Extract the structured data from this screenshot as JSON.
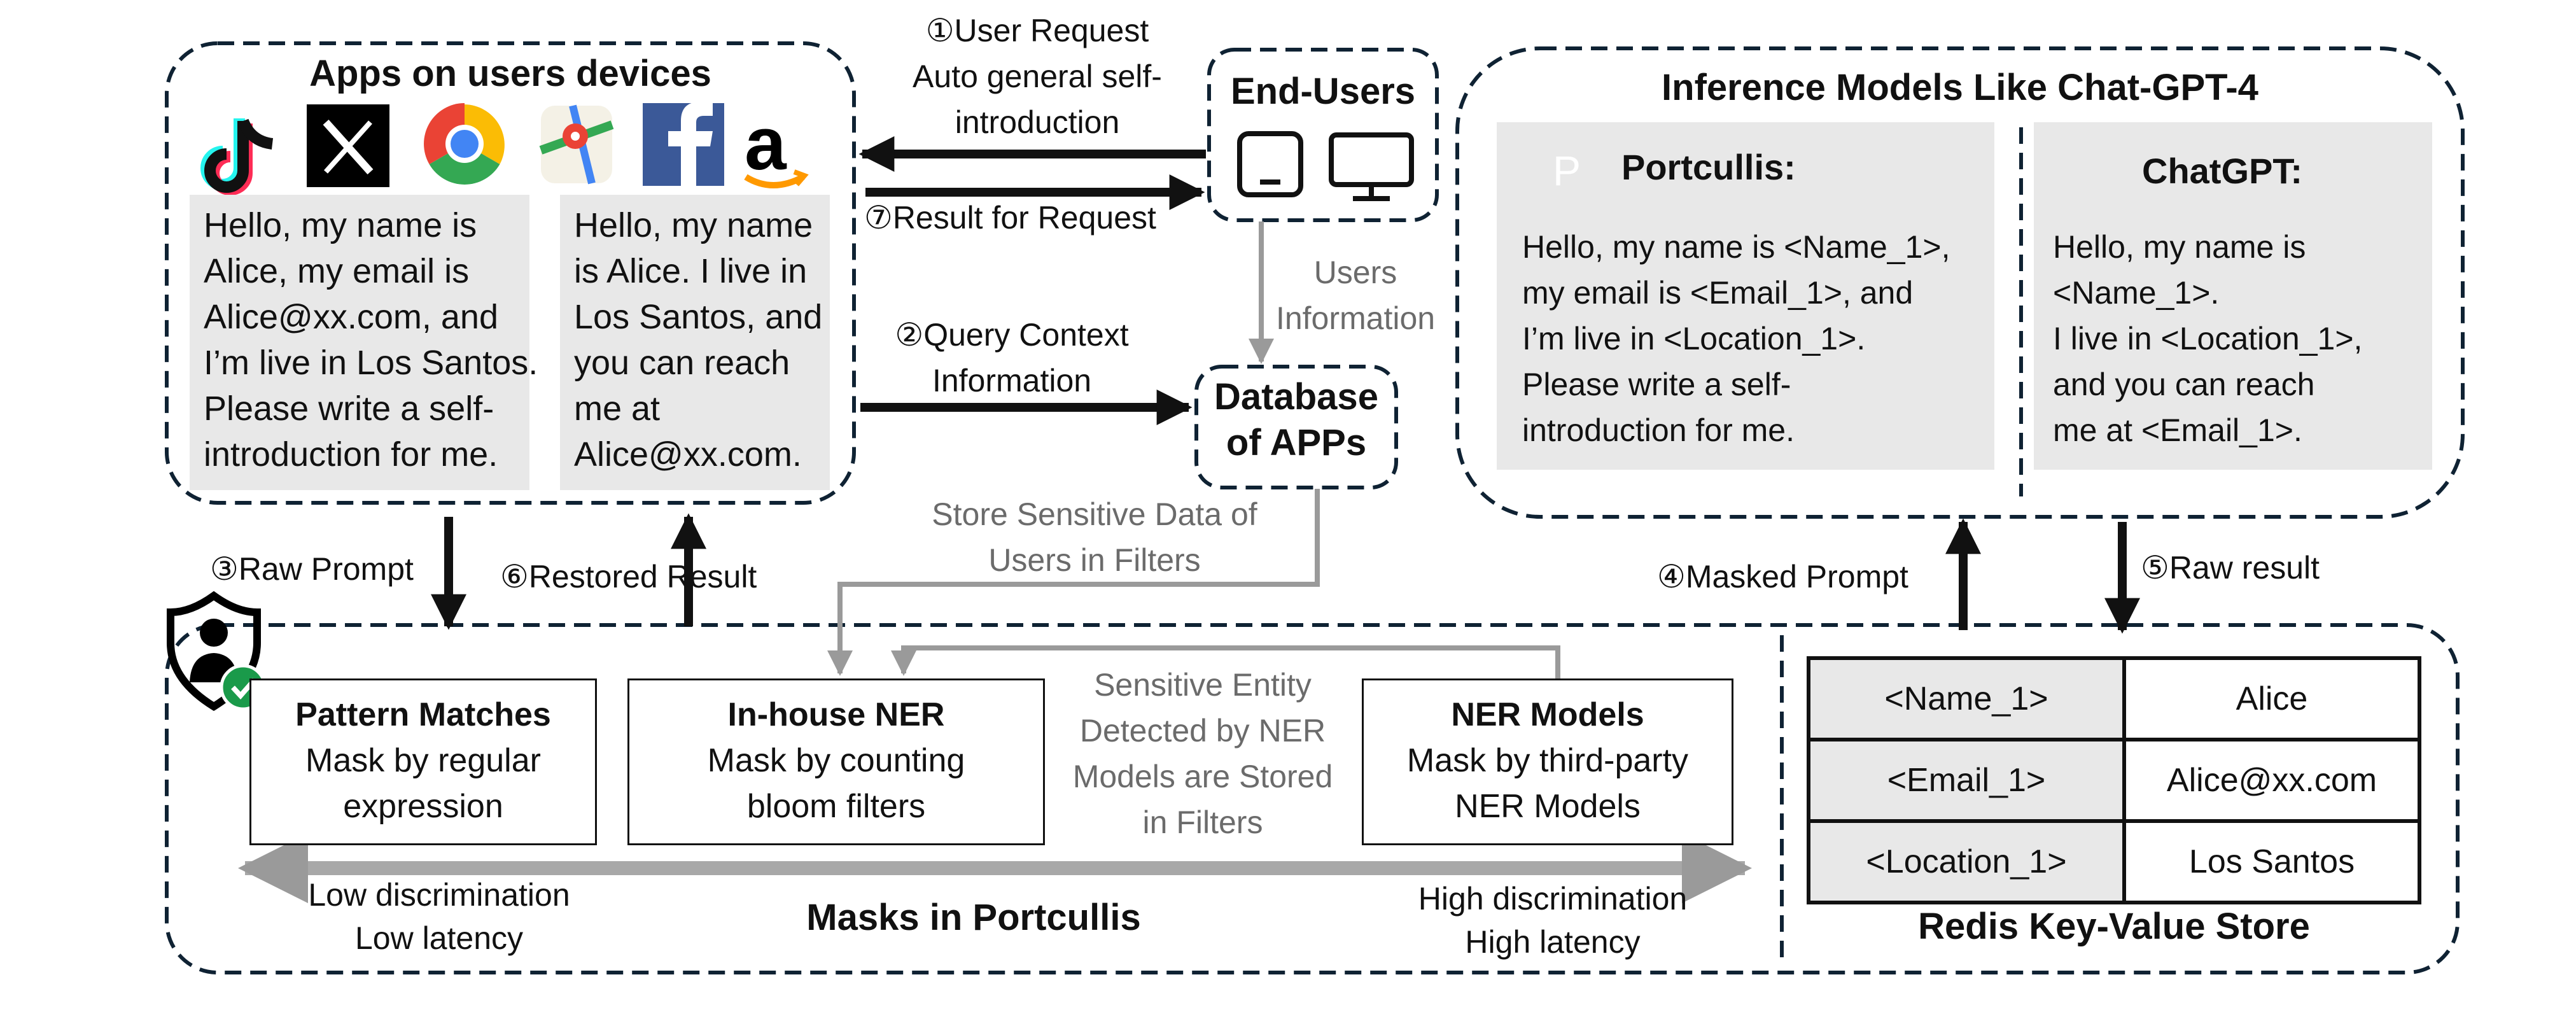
{
  "colors": {
    "dashed_border": "#0f2233",
    "arrow": "#111111",
    "grey_arrow": "#9a9a9a",
    "chat_bg": "#e8e8e8",
    "portcullis_avatar": "#1d6187",
    "shield_check": "#1a9a4a"
  },
  "apps_panel": {
    "title": "Apps on users devices",
    "app_icons": [
      "tiktok-icon",
      "x-icon",
      "chrome-icon",
      "maps-icon",
      "facebook-icon",
      "amazon-icon"
    ],
    "chat_left": [
      "Hello, my name is",
      "Alice,  my email is",
      "Alice@xx.com, and",
      "I’m live in Los Santos.",
      "Please write a self-",
      "introduction for me."
    ],
    "chat_right": [
      "Hello, my name",
      "is Alice.  I live in",
      "Los Santos, and",
      "you can reach",
      "me at",
      "Alice@xx.com."
    ]
  },
  "end_users": {
    "title": "End-Users",
    "icons": [
      "tablet-icon",
      "monitor-icon"
    ]
  },
  "database": {
    "title_lines": [
      "Database",
      "of APPs"
    ]
  },
  "inference_panel": {
    "title": "Inference Models Like Chat-GPT-4",
    "portcullis": {
      "avatar_letter": "P",
      "name": "Portcullis:",
      "lines": [
        "Hello, my name is <Name_1>,",
        "my email is <Email_1>, and",
        "I’m live in <Location_1>.",
        "Please write a self-",
        "introduction for me."
      ]
    },
    "chatgpt": {
      "icon": "openai-icon",
      "name": "ChatGPT:",
      "lines": [
        "Hello, my name is",
        "<Name_1>.",
        "I live in <Location_1>,",
        "and you can reach",
        "me at <Email_1>."
      ]
    }
  },
  "flow_labels": {
    "step1": [
      "①User Request",
      "Auto general self-",
      "introduction"
    ],
    "step7": "⑦Result for Request",
    "users_info": [
      "Users",
      "Information"
    ],
    "step2": [
      "②Query Context",
      "Information"
    ],
    "step3": "③Raw Prompt",
    "step6": "⑥Restored  Result",
    "store_sensitive": [
      "Store Sensitive Data of",
      "Users in Filters"
    ],
    "step4": "④Masked Prompt",
    "step5": "⑤Raw result",
    "sensitive_entity": [
      "Sensitive Entity",
      "Detected by NER",
      "Models are Stored",
      "in Filters"
    ]
  },
  "masks": {
    "title": "Masks in Portcullis",
    "boxes": [
      {
        "heading": "Pattern Matches",
        "lines": [
          "Mask by regular",
          "expression"
        ]
      },
      {
        "heading": "In-house NER",
        "lines": [
          "Mask by counting",
          "bloom filters"
        ]
      },
      {
        "heading": "NER Models",
        "lines": [
          "Mask by third-party",
          "NER Models"
        ]
      }
    ],
    "low": [
      "Low discrimination",
      "Low latency"
    ],
    "high": [
      "High discrimination",
      "High latency"
    ]
  },
  "redis": {
    "title": "Redis Key-Value Store",
    "rows": [
      {
        "key": "<Name_1>",
        "value": "Alice"
      },
      {
        "key": "<Email_1>",
        "value": "Alice@xx.com"
      },
      {
        "key": "<Location_1>",
        "value": "Los Santos"
      }
    ]
  }
}
